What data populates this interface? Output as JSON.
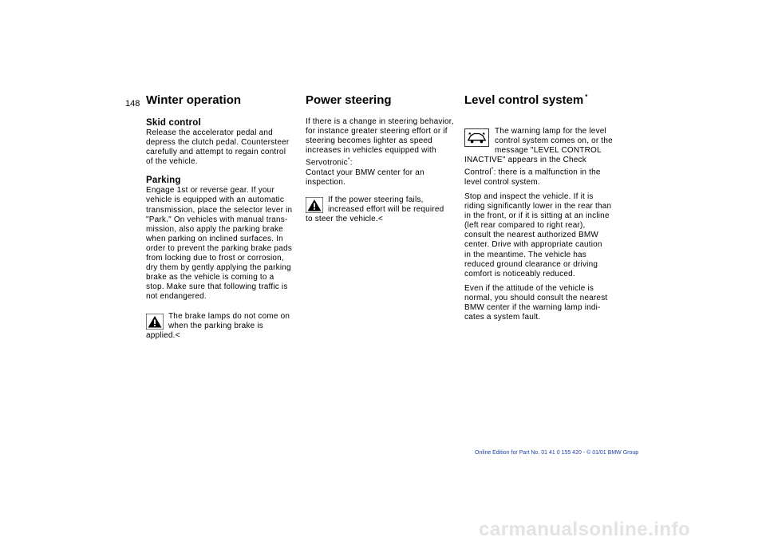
{
  "page_number": "148",
  "watermark": "carmanualsonline.info",
  "footer": "Online Edition for Part No. 01 41 0 155 420 - © 01/01 BMW Group",
  "winter": {
    "title": "Winter operation",
    "skid_title": "Skid control",
    "skid_text": "Release the accelerator pedal and\ndepress the clutch pedal. Countersteer\ncarefully and attempt to regain control\nof the vehicle.",
    "parking_title": "Parking",
    "parking_text": "Engage 1st or reverse gear. If your\nvehicle is equipped with an automatic\ntransmission, place the selector lever in\n\"Park.\" On vehicles with manual trans-\nmission, also apply the parking brake\nwhen parking on inclined surfaces. In\norder to prevent the parking brake pads\nfrom locking due to frost or corrosion,\ndry them by gently applying the parking\nbrake as the vehicle is coming to a\nstop. Make sure that following traffic is\nnot endangered.",
    "note_text": "The brake lamps do not come on\nwhen the parking brake is\napplied.",
    "end_mark": "<"
  },
  "steering": {
    "title": "Power steering",
    "text_a": "If there is a change in steering behavior,\nfor instance greater steering effort or if\nsteering becomes lighter as speed\nincreases in vehicles equipped with\nServotronic",
    "star": "*",
    "text_b": ":\nContact your BMW center for an\ninspection.",
    "note_text": "If the power steering fails,\nincreased effort will be required\nto steer the vehicle.",
    "end_mark": "<"
  },
  "level": {
    "title": "Level control system",
    "title_star": "*",
    "p1a": "The warning lamp for the level\ncontrol system comes on, or the\nmessage \"LEVEL CONTROL\nINACTIVE\" appears in the Check\nControl",
    "star": "*",
    "p1b": ": there is a malfunction in the\nlevel control system.",
    "p2": "Stop and inspect the vehicle. If it is\nriding significantly lower in the rear than\nin the front, or if it is sitting at an incline\n(left rear compared to right rear),\nconsult the nearest authorized BMW\ncenter. Drive with appropriate caution\nin the meantime. The vehicle has\nreduced ground clearance or driving\ncomfort is noticeably reduced.",
    "p3": "Even if the attitude of the vehicle is\nnormal, you should consult the nearest\nBMW center if the warning lamp indi-\ncates a system fault."
  }
}
